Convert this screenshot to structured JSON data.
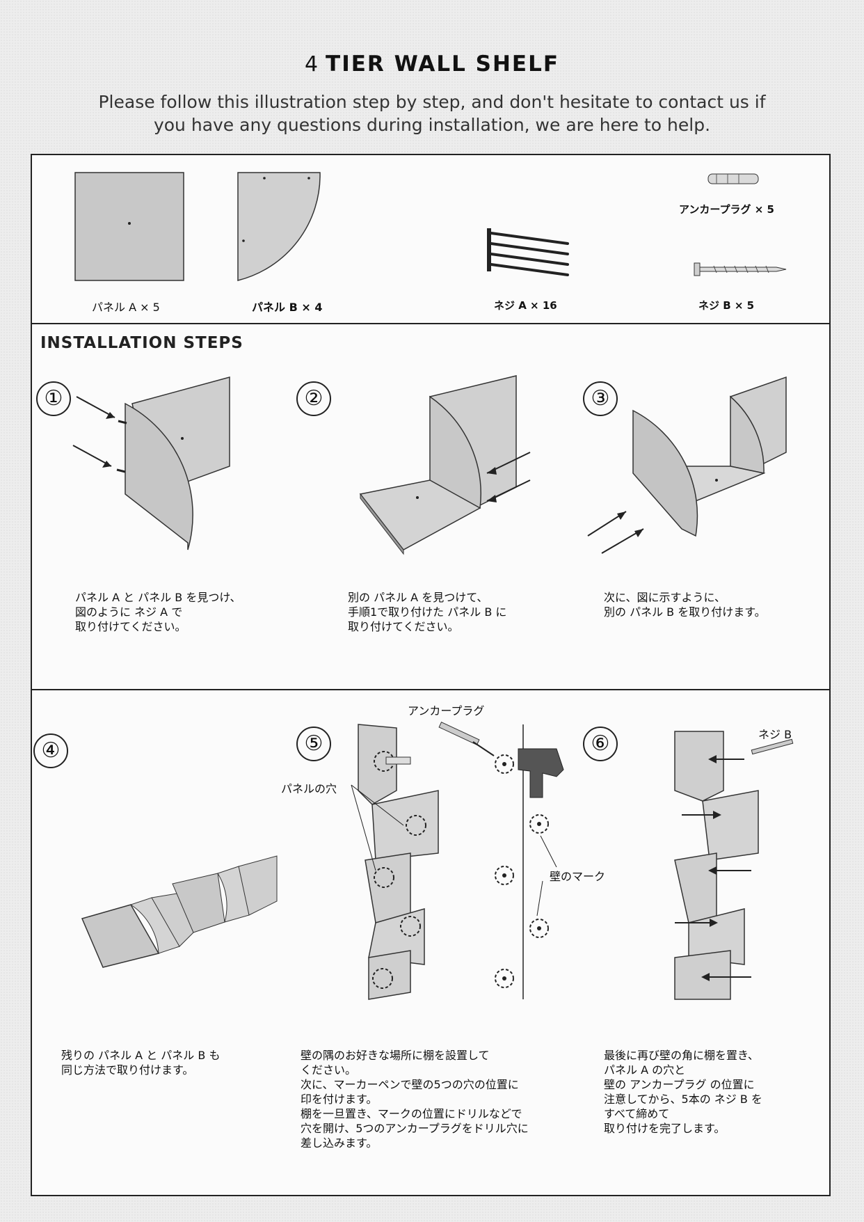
{
  "header": {
    "title_number": "4",
    "title_text": "TIER WALL SHELF",
    "subtitle_line1": "Please follow this illustration step by step, and don't hesitate to contact us if",
    "subtitle_line2": "you have any questions during installation, we are here to help."
  },
  "parts": {
    "panel_a": "パネル A × 5",
    "panel_b": "パネル B × 4",
    "screw_a": "ネジ A × 16",
    "anchor_plug": "アンカープラグ × 5",
    "screw_b": "ネジ B × 5"
  },
  "section_title": "INSTALLATION STEPS",
  "steps": [
    {
      "number": "①",
      "text": "パネル A と パネル B を見つけ、\n図のように ネジ A で\n取り付けてください。"
    },
    {
      "number": "②",
      "text": "別の パネル A を見つけて、\n手順1で取り付けた パネル B に\n取り付けてください。"
    },
    {
      "number": "③",
      "text": "次に、図に示すように、\n別の パネル B を取り付けます。"
    },
    {
      "number": "④",
      "text": "残りの パネル A と パネル B も\n同じ方法で取り付けます。"
    },
    {
      "number": "⑤",
      "text": "壁の隅のお好きな場所に棚を設置して\nください。\n次に、マーカーペンで壁の5つの穴の位置に\n印を付けます。\n棚を一旦置き、マークの位置にドリルなどで\n穴を開け、5つのアンカープラグをドリル穴に\n差し込みます。"
    },
    {
      "number": "⑥",
      "text": "最後に再び壁の角に棚を置き、\nパネル A の穴と\n壁の アンカープラグ の位置に\n注意してから、5本の ネジ B を\nすべて締めて\n取り付けを完了します。"
    }
  ],
  "callouts": {
    "anchor_plug": "アンカープラグ",
    "panel_hole": "パネルの穴",
    "wall_mark": "壁のマーク",
    "screw_b": "ネジ B"
  }
}
